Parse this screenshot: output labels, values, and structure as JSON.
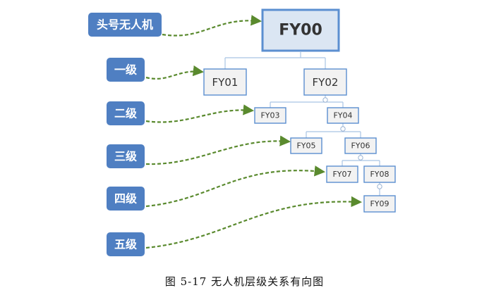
{
  "levels": [
    "头号无人机",
    "一级",
    "二级",
    "三级",
    "四级",
    "五级"
  ],
  "nodes": [
    "FY00",
    "FY01",
    "FY02",
    "FY03",
    "FY04",
    "FY05",
    "FY06",
    "FY07",
    "FY08",
    "FY09"
  ],
  "edges": [
    [
      "FY00",
      "FY01"
    ],
    [
      "FY00",
      "FY02"
    ],
    [
      "FY02",
      "FY03"
    ],
    [
      "FY02",
      "FY04"
    ],
    [
      "FY04",
      "FY05"
    ],
    [
      "FY04",
      "FY06"
    ],
    [
      "FY06",
      "FY07"
    ],
    [
      "FY06",
      "FY08"
    ],
    [
      "FY08",
      "FY09"
    ]
  ],
  "caption": "图 5-17  无人机层级关系有向图",
  "colors": {
    "label_fill": "#4f7fc2",
    "node_border": "#5b8fd0",
    "node_fill": "#f2f2f2",
    "root_fill": "#dbe6f3",
    "arrow": "#5a8a2e",
    "connector": "#a9c4e4"
  }
}
